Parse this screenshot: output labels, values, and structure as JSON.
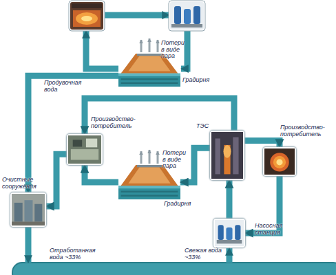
{
  "diagram": {
    "nodes": [
      {
        "text": [
          "Потери в виде пара",
          "Градирня"
        ]
      },
      {
        "text": [
          "Производство-потребитель"
        ]
      },
      {
        "text": [
          "ТЭС"
        ]
      },
      {
        "text": [
          "Производство-потребитель"
        ]
      },
      {
        "text": [
          "Потери в виде пара",
          "Градирня"
        ]
      },
      {
        "text": [
          "Очистные сооружения"
        ]
      },
      {
        "text": [
          "Насосная станция"
        ]
      }
    ],
    "edges": [
      {
        "from": 0,
        "to": 5,
        "label": "Продувочная вода",
        "arrow": "to"
      },
      {
        "from": 4,
        "to": 1,
        "arrow": "to"
      },
      {
        "from": 1,
        "to": 5,
        "arrow": "to"
      },
      {
        "from": 2,
        "to": 1,
        "arrow": "to"
      },
      {
        "from": 2,
        "to": 4,
        "arrow": "to"
      },
      {
        "from": 2,
        "to": 3,
        "arrow": "to"
      },
      {
        "from": 6,
        "to": 2,
        "arrow": "to"
      },
      {
        "from": 3,
        "to": 6,
        "arrow": "to"
      }
    ],
    "labels": [
      "Отработанная вода ~33%",
      "Свежая вода ~33%"
    ]
  }
}
